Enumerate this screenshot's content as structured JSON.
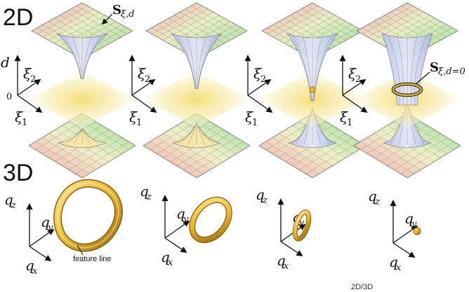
{
  "sections": {
    "top": "2D",
    "bottom": "3D"
  },
  "labels": {
    "d": "d",
    "zero": "0",
    "xi": "ξ",
    "sub1": "1",
    "sub2": "2",
    "S": "S",
    "s_upper_sub": "ξ,d",
    "s_iso_sub": "ξ,d=0",
    "q": "q",
    "qx": "x",
    "qy": "y",
    "qz": "z",
    "qv": "v",
    "feature_line": "feature line",
    "footer": "2D/3D"
  },
  "colors": {
    "ring": "#e6b830",
    "ring_dark": "#a77a12",
    "plane": "#f6e08c",
    "mesh": "#5a5a5a"
  },
  "stages": [
    {
      "upper_depth": 0.55,
      "lower_height": 0.25,
      "upper_reaches_plane": false,
      "iso_contour": "none"
    },
    {
      "upper_depth": 0.75,
      "lower_height": 0.45,
      "upper_reaches_plane": false,
      "iso_contour": "none"
    },
    {
      "upper_depth": 1.0,
      "lower_height": 1.0,
      "upper_reaches_plane": true,
      "iso_contour": "point"
    },
    {
      "upper_depth": 1.25,
      "lower_height": 1.25,
      "upper_reaches_plane": true,
      "iso_contour": "ring"
    }
  ],
  "rings3d": [
    {
      "shape": "large-ring"
    },
    {
      "shape": "medium-ring"
    },
    {
      "shape": "small-ring"
    },
    {
      "shape": "dot"
    }
  ]
}
